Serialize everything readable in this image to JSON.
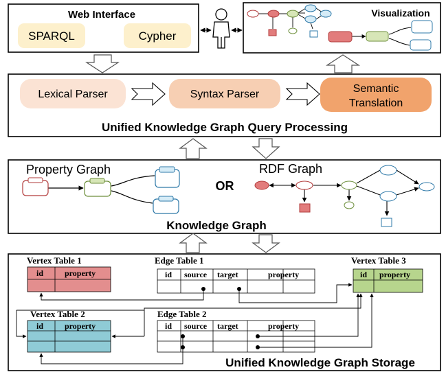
{
  "web_interface": {
    "title": "Web Interface",
    "buttons": [
      "SPARQL",
      "Cypher"
    ]
  },
  "visualization": {
    "title": "Visualization"
  },
  "query_processing": {
    "title": "Unified Knowledge Graph Query Processing",
    "stages": [
      "Lexical Parser",
      "Syntax Parser",
      "Semantic",
      "Translation"
    ]
  },
  "knowledge_graph": {
    "title": "Knowledge Graph",
    "property_graph_label": "Property Graph",
    "rdf_graph_label": "RDF Graph",
    "or_label": "OR"
  },
  "storage": {
    "title": "Unified Knowledge Graph Storage",
    "vertex_table_1": {
      "title": "Vertex Table 1",
      "columns": [
        "id",
        "property"
      ]
    },
    "vertex_table_2": {
      "title": "Vertex Table 2",
      "columns": [
        "id",
        "property"
      ]
    },
    "vertex_table_3": {
      "title": "Vertex Table 3",
      "columns": [
        "id",
        "property"
      ]
    },
    "edge_table_1": {
      "title": "Edge Table 1",
      "columns": [
        "id",
        "source",
        "target",
        "property"
      ]
    },
    "edge_table_2": {
      "title": "Edge Table 2",
      "columns": [
        "id",
        "source",
        "target",
        "property"
      ]
    }
  },
  "colors": {
    "stage_light": "#fbe3d4",
    "stage_mid": "#f7cfb3",
    "stage_strong": "#f1a36c",
    "cypher_bg": "#fdf0cc",
    "sparql_bg": "#fdf0cc",
    "vertex1": "#e38e8e",
    "vertex2": "#8fcbd6",
    "vertex3": "#b7d58d",
    "node_red": "#e27c7c",
    "node_green": "#d7e6b7",
    "node_blue": "#d6ecf7"
  },
  "icons": [
    "user-icon",
    "arrow-icon"
  ]
}
